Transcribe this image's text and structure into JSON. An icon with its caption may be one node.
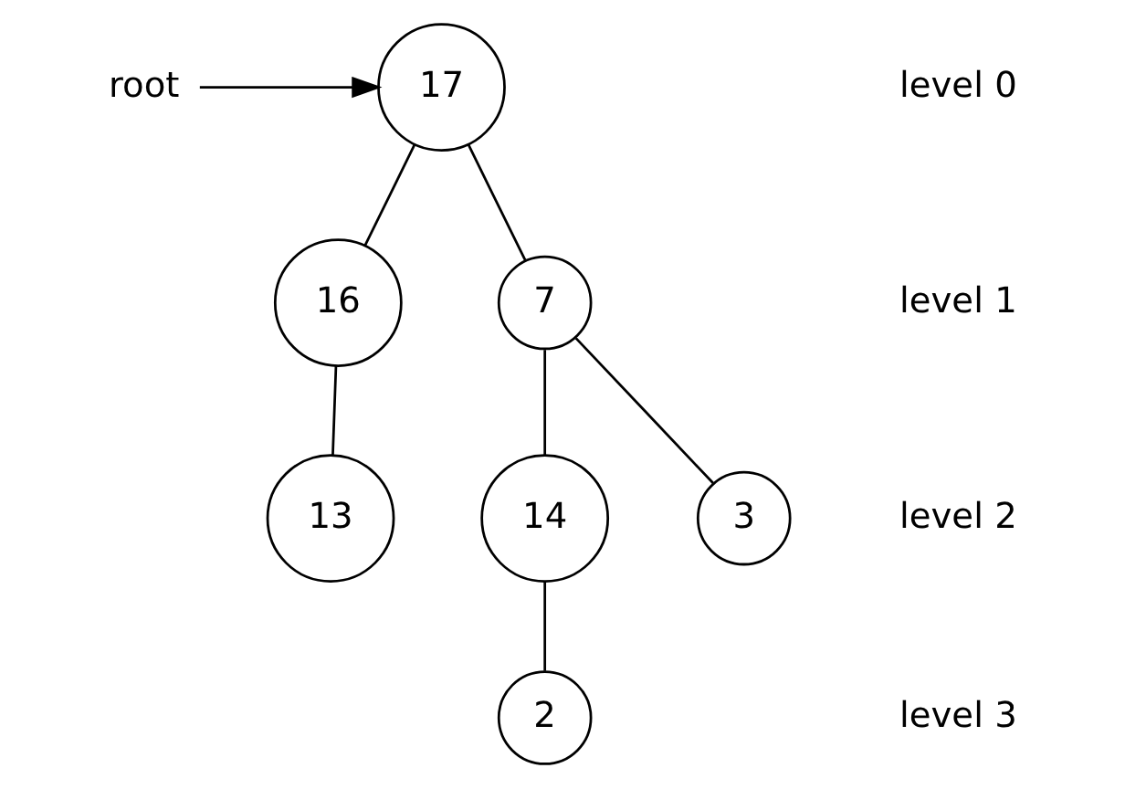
{
  "diagram": {
    "nodes": [
      {
        "text": [
          "root"
        ]
      },
      {
        "text": [
          "17"
        ]
      },
      {
        "text": [
          "16"
        ]
      },
      {
        "text": [
          "7"
        ]
      },
      {
        "text": [
          "13"
        ]
      },
      {
        "text": [
          "14"
        ]
      },
      {
        "text": [
          "3"
        ]
      },
      {
        "text": [
          "2"
        ]
      }
    ],
    "edges": [
      {
        "from": 0,
        "to": 1,
        "arrow": "to"
      },
      {
        "from": 1,
        "to": 2,
        "arrow": "none"
      },
      {
        "from": 1,
        "to": 3,
        "arrow": "none"
      },
      {
        "from": 2,
        "to": 4,
        "arrow": "none"
      },
      {
        "from": 3,
        "to": 5,
        "arrow": "none"
      },
      {
        "from": 3,
        "to": 6,
        "arrow": "none"
      },
      {
        "from": 5,
        "to": 7,
        "arrow": "none"
      }
    ],
    "labels": [
      "level 0",
      "level 1",
      "level 2",
      "level 3"
    ]
  }
}
